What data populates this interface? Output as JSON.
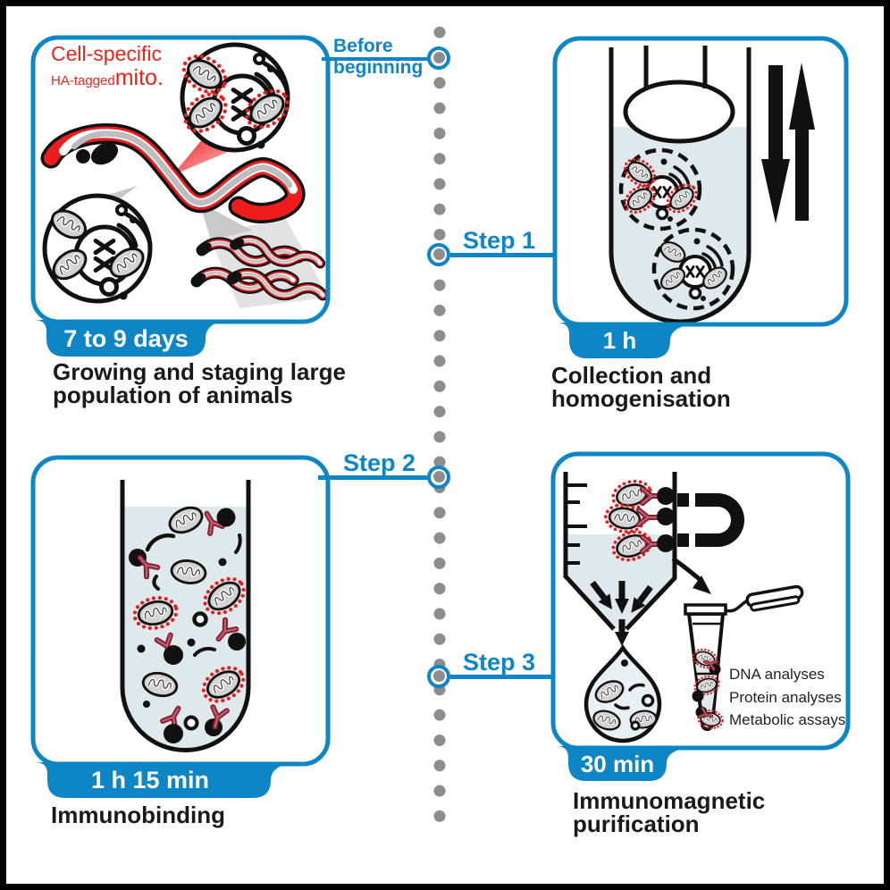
{
  "figure_type": "protocol-workflow-diagram",
  "colors": {
    "accent_blue": "#0e86c6",
    "highlight_red": "#e92519",
    "liquid_blue": "#dfe9eb",
    "timeline_dot_gray": "#8d8d8d",
    "ink_black": "#111111",
    "antibody_red": "#7e2130"
  },
  "timeline": {
    "before_label": "Before\nbeginning",
    "step1": "Step 1",
    "step2": "Step 2",
    "step3": "Step 3"
  },
  "panels": {
    "growth": {
      "label_line1": "Cell-specific",
      "label_small": "HA-tagged",
      "label_big": "mito.",
      "duration": "7 to 9 days",
      "caption": "Growing and staging large\npopulation of animals"
    },
    "collection": {
      "duration": "1 h",
      "caption": "Collection and\nhomogenisation"
    },
    "immunobinding": {
      "duration": "1 h 15 min",
      "caption": "Immunobinding"
    },
    "purification": {
      "duration": "30 min",
      "caption": "Immunomagnetic\npurification",
      "analyses": [
        "DNA analyses",
        "Protein analyses",
        "Metabolic assays"
      ]
    }
  }
}
